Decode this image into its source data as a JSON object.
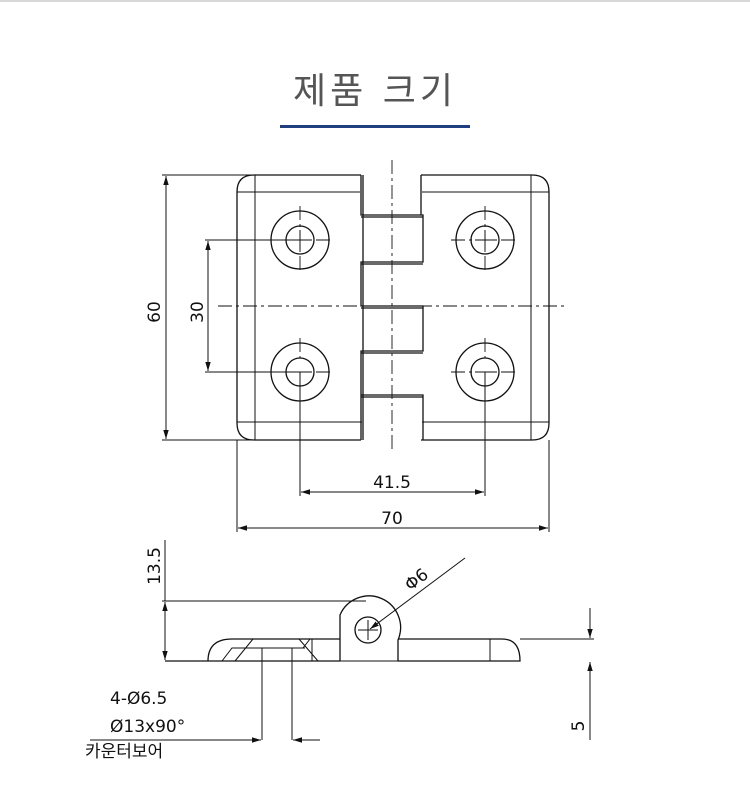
{
  "title": "제품 크기",
  "colors": {
    "accent": "#1f3f7f",
    "line": "#111111",
    "title": "#555555"
  },
  "dimensions": {
    "height_total": "60",
    "hole_spacing_vertical": "30",
    "hole_spacing_horizontal": "41.5",
    "width_total": "70",
    "thickness_total": "13.5",
    "pin_diameter": "Φ6",
    "plate_thickness": "5"
  },
  "hole_note": {
    "line1": "4-Ø6.5",
    "line2": "Ø13x90°",
    "line3": "카운터보어"
  }
}
